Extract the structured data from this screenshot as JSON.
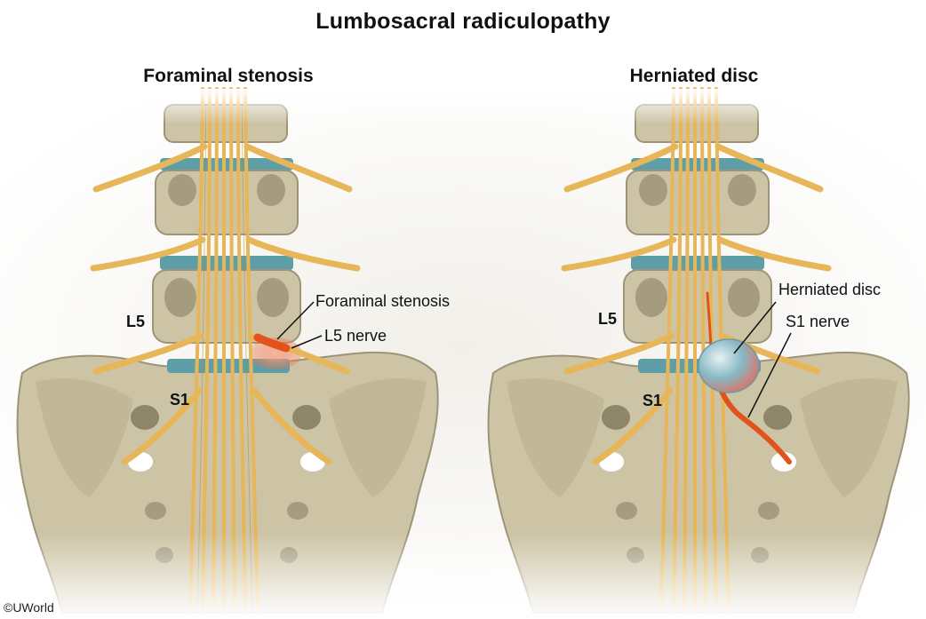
{
  "title": "Lumbosacral radiculopathy",
  "panels": [
    {
      "title": "Foraminal stenosis",
      "level_upper": "L5",
      "level_lower": "S1",
      "callouts": [
        "Foraminal stenosis",
        "L5 nerve"
      ]
    },
    {
      "title": "Herniated disc",
      "level_upper": "L5",
      "level_lower": "S1",
      "callouts": [
        "Herniated disc",
        "S1 nerve"
      ]
    }
  ],
  "credit": "©UWorld",
  "colors": {
    "bone": "#cdc4a6",
    "bone_dark": "#9d9478",
    "disc": "#5d9ea7",
    "nerve": "#e6b659",
    "nerve_stroke": "#b9872e",
    "highlight_nerve": "#e2531c",
    "hernia": "#86b8c4"
  }
}
